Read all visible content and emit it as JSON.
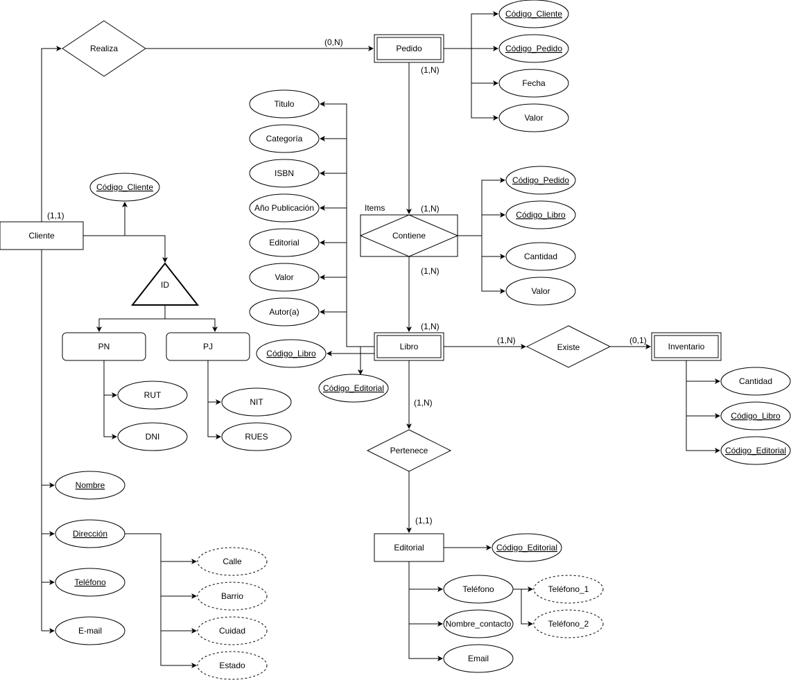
{
  "entities": {
    "cliente": "Cliente",
    "pedido": "Pedido",
    "libro": "Libro",
    "inventario": "Inventario",
    "editorial": "Editorial",
    "pn": "PN",
    "pj": "PJ"
  },
  "relationships": {
    "realiza": "Realiza",
    "contiene": "Contiene",
    "existe": "Existe",
    "pertenece": "Pertenece",
    "items_label": "Items"
  },
  "specialization": {
    "label": "ID"
  },
  "attributes": {
    "pedido_codigo_cliente": "Código_Cliente",
    "pedido_codigo_pedido": "Código_Pedido",
    "pedido_fecha": "Fecha",
    "pedido_valor": "Valor",
    "libro_titulo": "Titulo",
    "libro_categoria": "Categoría",
    "libro_isbn": "ISBN",
    "libro_ano": "Año Publicación",
    "libro_editorial": "Editorial",
    "libro_valor": "Valor",
    "libro_autor": "Autor(a)",
    "libro_codigo_libro": "Código_Libro",
    "libro_codigo_editorial": "Código_Editorial",
    "cliente_codigo_cliente": "Código_Cliente",
    "contiene_codigo_pedido": "Código_Pedido",
    "contiene_codigo_libro": "Código_Libro",
    "contiene_cantidad": "Cantidad",
    "contiene_valor": "Valor",
    "pn_rut": "RUT",
    "pn_dni": "DNI",
    "pj_nit": "NIT",
    "pj_rues": "RUES",
    "cliente_nombre": "Nombre",
    "cliente_direccion": "Dirección",
    "cliente_telefono": "Teléfono",
    "cliente_email": "E-mail",
    "dir_calle": "Calle",
    "dir_barrio": "Barrio",
    "dir_cuidad": "Cuidad",
    "dir_estado": "Estado",
    "inv_cantidad": "Cantidad",
    "inv_codigo_libro": "Código_Libro",
    "inv_codigo_editorial": "Código_Editorial",
    "edit_codigo_editorial": "Código_Editorial",
    "edit_telefono": "Teléfono",
    "edit_nombre_contacto": "Nombre_contacto",
    "edit_email": "Email",
    "tel_1": "Teléfono_1",
    "tel_2": "Teléfono_2"
  },
  "cardinalities": {
    "realiza_pedido": "(0,N)",
    "cliente_realiza": "(1,1)",
    "pedido_contiene": "(1,N)",
    "contiene_top": "(1,N)",
    "contiene_bottom": "(1,N)",
    "libro_top": "(1,N)",
    "libro_existe": "(1,N)",
    "existe_inventario": "(0,1)",
    "libro_pertenece": "(1,N)",
    "pertenece_editorial": "(1,1)"
  }
}
